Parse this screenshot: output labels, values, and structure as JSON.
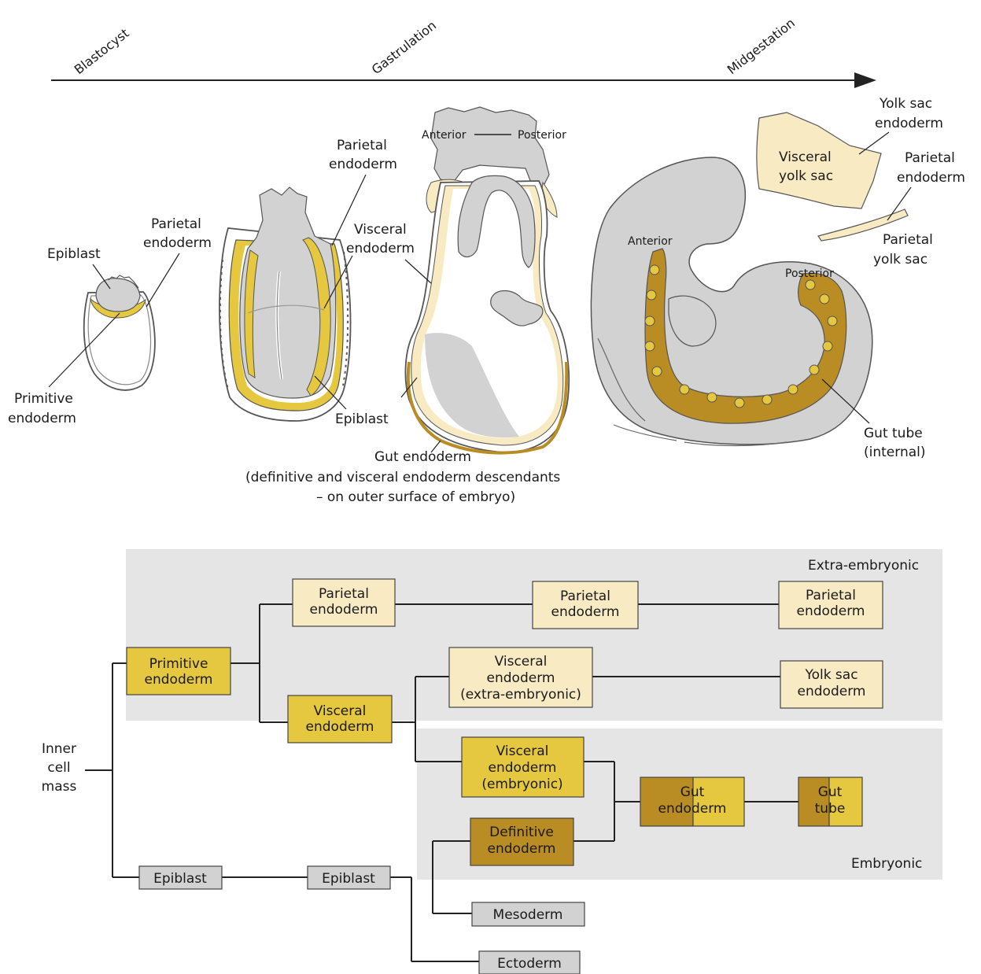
{
  "timeline": {
    "stages": [
      "Blastocyst",
      "Gastrulation",
      "Midgestation"
    ]
  },
  "stage1": {
    "epiblast": "Epiblast",
    "parietal": [
      "Parietal",
      "endoderm"
    ],
    "primitive": [
      "Primitive",
      "endoderm"
    ]
  },
  "stage2": {
    "parietal": [
      "Parietal",
      "endoderm"
    ],
    "visceral": [
      "Visceral",
      "endoderm"
    ],
    "epiblast": "Epiblast"
  },
  "stage3": {
    "anterior": "Anterior",
    "posterior": "Posterior",
    "gut": [
      "Gut endoderm",
      "(definitive and visceral endoderm descendants",
      "– on outer surface of embryo)"
    ]
  },
  "stage4": {
    "anterior": "Anterior",
    "posterior": "Posterior",
    "yolksac_endo": [
      "Yolk sac",
      "endoderm"
    ],
    "visceral_ys": [
      "Visceral",
      "yolk sac"
    ],
    "parietal_endo": [
      "Parietal",
      "endoderm"
    ],
    "parietal_ys": [
      "Parietal",
      "yolk sac"
    ],
    "gut_tube": [
      "Gut tube",
      "(internal)"
    ]
  },
  "lineage": {
    "region_extra": "Extra-embryonic",
    "region_embryonic": "Embryonic",
    "icm": [
      "Inner",
      "cell",
      "mass"
    ],
    "primitive": [
      "Primitive",
      "endoderm"
    ],
    "parietal1": [
      "Parietal",
      "endoderm"
    ],
    "parietal2": [
      "Parietal",
      "endoderm"
    ],
    "parietal3": [
      "Parietal",
      "endoderm"
    ],
    "visceral": [
      "Visceral",
      "endoderm"
    ],
    "visceral_extra": [
      "Visceral",
      "endoderm",
      "(extra-embryonic)"
    ],
    "yolksac": [
      "Yolk sac",
      "endoderm"
    ],
    "visceral_emb": [
      "Visceral",
      "endoderm",
      "(embryonic)"
    ],
    "definitive": [
      "Definitive",
      "endoderm"
    ],
    "gut_endo": [
      "Gut",
      "endoderm"
    ],
    "gut_tube": [
      "Gut",
      "tube"
    ],
    "epiblast1": "Epiblast",
    "epiblast2": "Epiblast",
    "mesoderm": "Mesoderm",
    "ectoderm": "Ectoderm"
  },
  "colors": {
    "pale_yellow": "#f8ebc4",
    "yellow": "#e5c840",
    "dark_gold": "#b98c24",
    "grey_fill": "#d2d2d2",
    "region_grey": "#e5e5e5"
  }
}
